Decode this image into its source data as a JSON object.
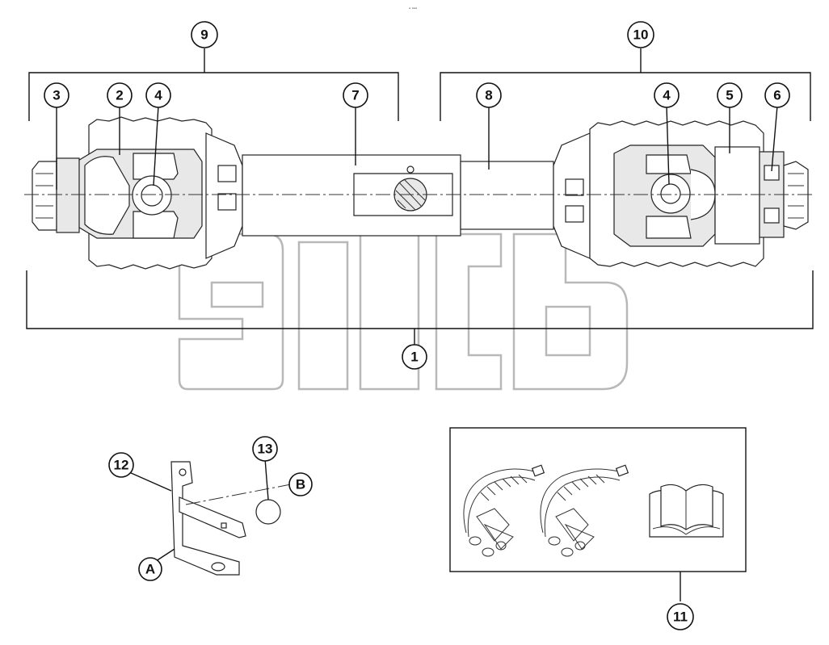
{
  "callouts": {
    "c1": "1",
    "c2": "2",
    "c3": "3",
    "c4a": "4",
    "c4b": "4",
    "c5": "5",
    "c6": "6",
    "c7": "7",
    "c8": "8",
    "c9": "9",
    "c10": "10",
    "c11": "11",
    "c12": "12",
    "c13": "13",
    "cA": "A",
    "cB": "B"
  },
  "watermark": {
    "trademark": "TM"
  },
  "icons": {
    "book": "open-book-icon",
    "chain": "safety-chain-icon"
  }
}
